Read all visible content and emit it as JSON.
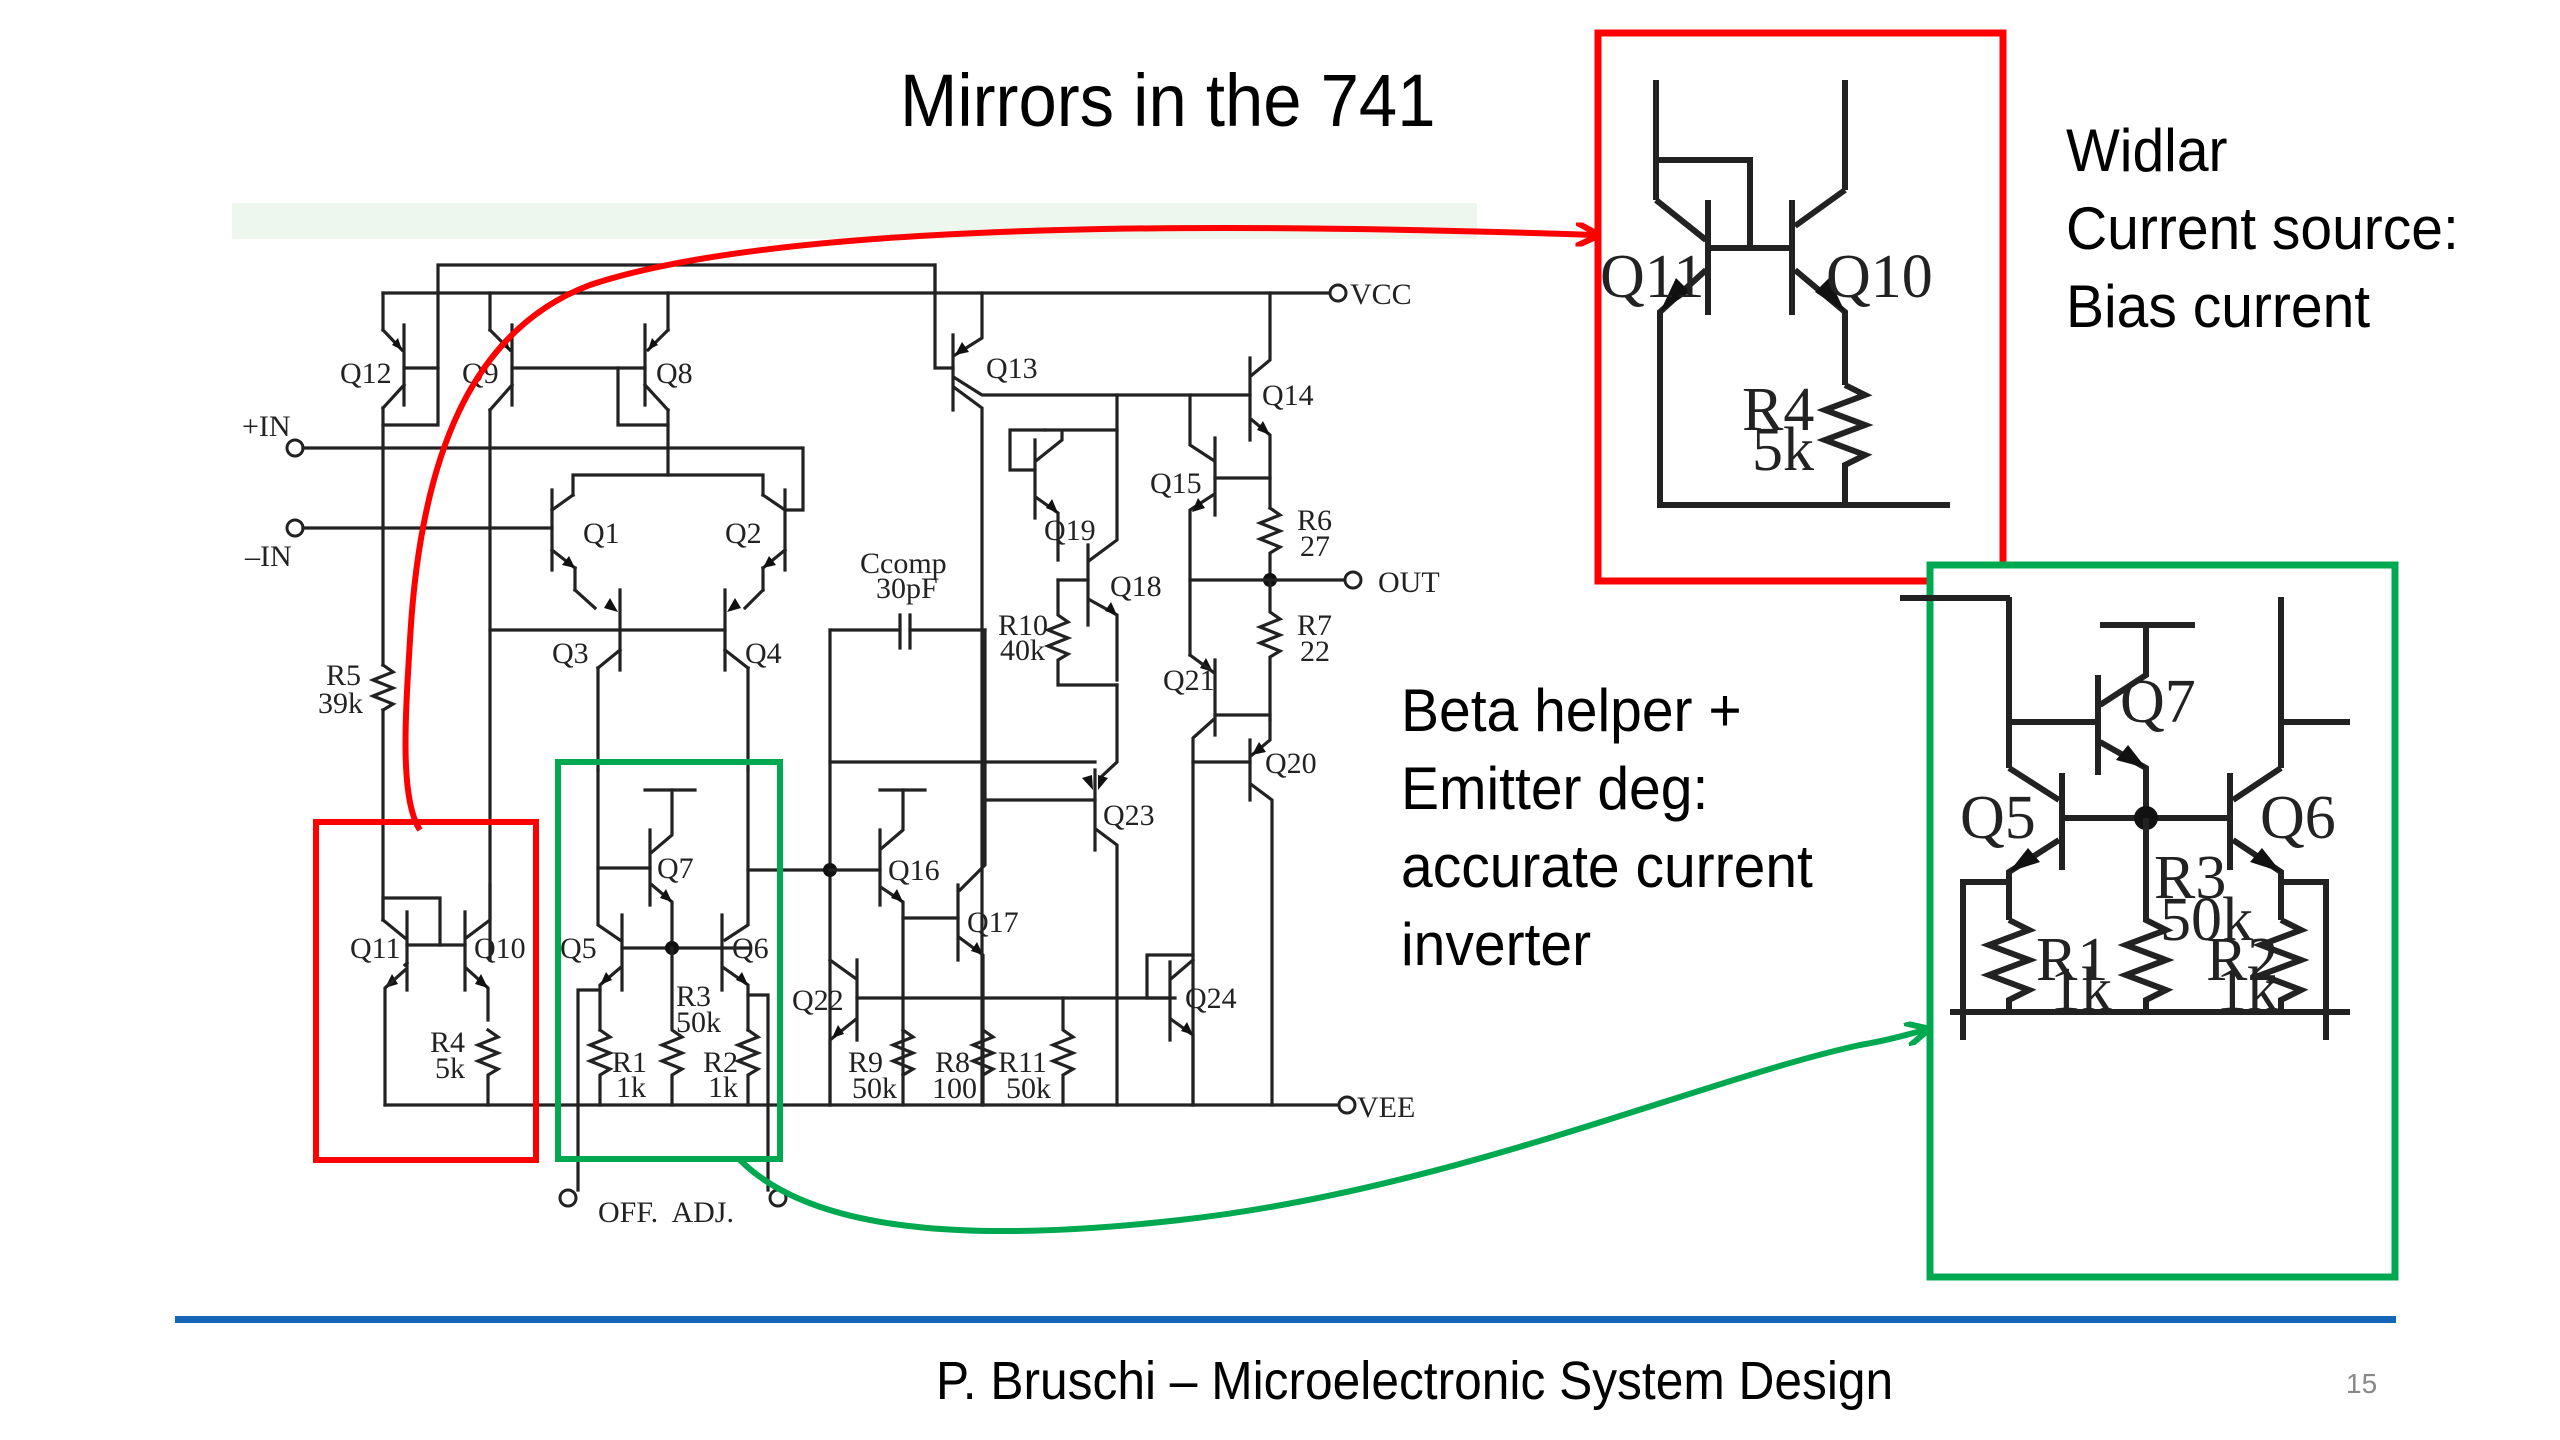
{
  "slide": {
    "title": "Mirrors in the 741",
    "page_number": "15",
    "footer": "P. Bruschi – Microelectronic System Design"
  },
  "annotations": {
    "widlar": "Widlar\nCurrent source:\nBias current",
    "beta_helper": "Beta helper +\nEmitter deg:\naccurate current\ninverter"
  },
  "colors": {
    "highlight_red": "#ff0000",
    "highlight_green": "#00a84f",
    "footer_rule": "#1565b8"
  },
  "schematic": {
    "terminals": {
      "vcc": "VCC",
      "vee": "VEE",
      "out": "OUT",
      "in_plus": "+IN",
      "in_minus": "–IN",
      "offset_adjust": "OFF.  ADJ."
    },
    "transistors": {
      "q1": "Q1",
      "q2": "Q2",
      "q3": "Q3",
      "q4": "Q4",
      "q5": "Q5",
      "q6": "Q6",
      "q7": "Q7",
      "q8": "Q8",
      "q9": "Q9",
      "q10": "Q10",
      "q11": "Q11",
      "q12": "Q12",
      "q13": "Q13",
      "q14": "Q14",
      "q15": "Q15",
      "q16": "Q16",
      "q17": "Q17",
      "q18": "Q18",
      "q19": "Q19",
      "q20": "Q20",
      "q21": "Q21",
      "q22": "Q22",
      "q23": "Q23",
      "q24": "Q24"
    },
    "resistors": {
      "r1": {
        "name": "R1",
        "value": "1k"
      },
      "r2": {
        "name": "R2",
        "value": "1k"
      },
      "r3": {
        "name": "R3",
        "value": "50k"
      },
      "r4": {
        "name": "R4",
        "value": "5k"
      },
      "r5": {
        "name": "R5",
        "value": "39k"
      },
      "r6": {
        "name": "R6",
        "value": "27"
      },
      "r7": {
        "name": "R7",
        "value": "22"
      },
      "r8": {
        "name": "R8",
        "value": "100"
      },
      "r9": {
        "name": "R9",
        "value": "50k"
      },
      "r10": {
        "name": "R10",
        "value": "40k"
      },
      "r11": {
        "name": "R11",
        "value": "50k"
      }
    },
    "capacitor": {
      "name": "Ccomp",
      "value": "30pF"
    }
  },
  "zoom_widlar": {
    "q11": "Q11",
    "q10": "Q10",
    "r4_name": "R4",
    "r4_value": "5k"
  },
  "zoom_inverter": {
    "q5": "Q5",
    "q6": "Q6",
    "q7": "Q7",
    "r1_name": "R1",
    "r1_value": "1k",
    "r2_name": "R2",
    "r2_value": "1k",
    "r3_name": "R3",
    "r3_value": "50k"
  }
}
